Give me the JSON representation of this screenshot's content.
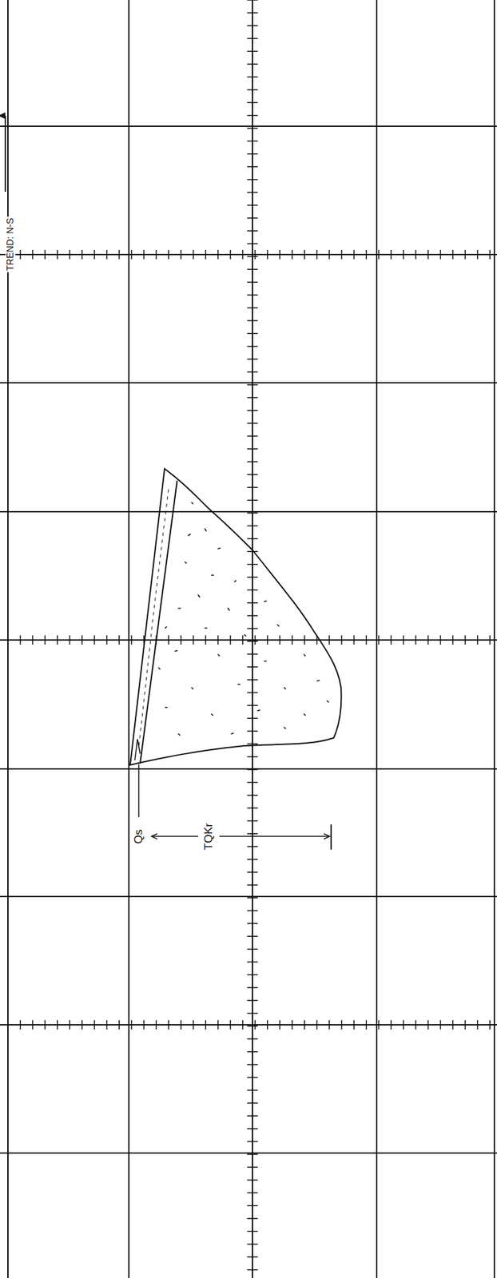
{
  "diagram": {
    "labels": [
      "TREND: N-S",
      "Qs",
      "TQKr"
    ]
  }
}
